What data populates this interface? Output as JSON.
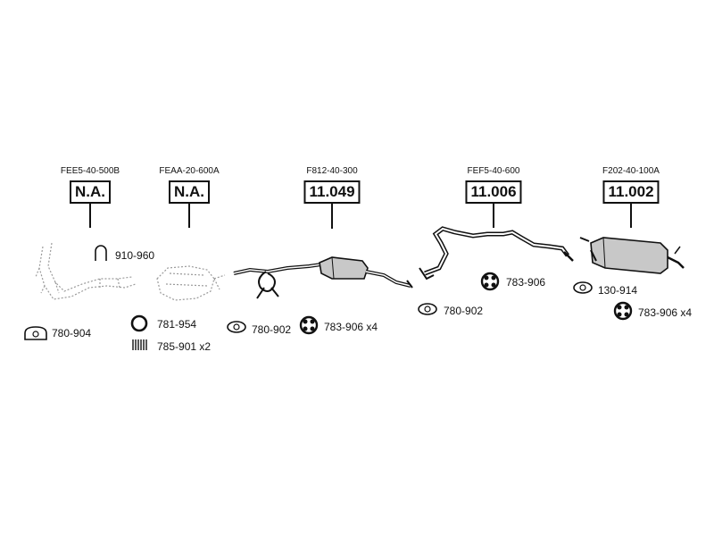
{
  "groups": [
    {
      "code": "FEE5-40-500B",
      "number": "N.A."
    },
    {
      "code": "FEAA-20-600A",
      "number": "N.A."
    },
    {
      "code": "F812-40-300",
      "number": "11.049"
    },
    {
      "code": "FEF5-40-600",
      "number": "11.006"
    },
    {
      "code": "F202-40-100A",
      "number": "11.002"
    }
  ],
  "parts": {
    "clamp_910_960": "910-960",
    "gasket_780_904": "780-904",
    "ring_781_954": "781-954",
    "spring_785_901": "785-901 x2",
    "gasket_780_902_a": "780-902",
    "hanger_783_906_x4_a": "783-906 x4",
    "gasket_780_902_b": "780-902",
    "hanger_783_906": "783-906",
    "gasket_130_914": "130-914",
    "hanger_783_906_x4_b": "783-906 x4"
  },
  "colors": {
    "ink": "#111111",
    "ghost": "#9a9a9a",
    "muffler": "#c8c8c8"
  }
}
